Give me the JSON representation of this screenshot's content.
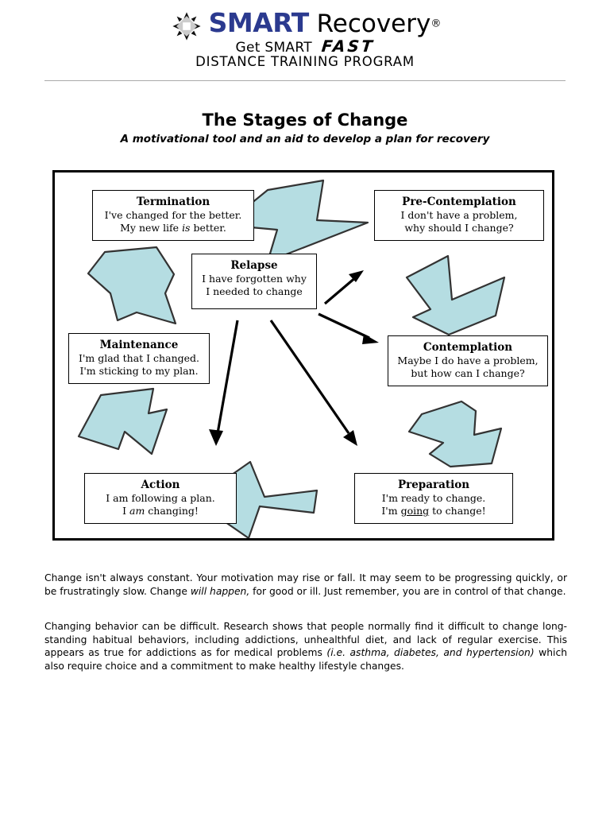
{
  "header": {
    "logo_icon": "starburst-compass-icon",
    "brand_primary": "SMART",
    "brand_secondary": "Recovery",
    "registered_mark": "®",
    "tagline_prefix": "Get SMART",
    "tagline_fast": "FAST",
    "program_line": "DISTANCE TRAINING PROGRAM"
  },
  "title": {
    "main": "The Stages of Change",
    "subtitle": "A motivational tool and an aid to develop a plan for recovery"
  },
  "diagram": {
    "frame_color": "#000000",
    "arrow_fill": "#b5dde2",
    "arrow_stroke": "#333333",
    "stages": [
      {
        "id": "termination",
        "title": "Termination",
        "line1": "I've changed for the better.",
        "line2_pre": "My new life ",
        "line2_em": "is",
        "line2_post": " better."
      },
      {
        "id": "pre-contemplation",
        "title": "Pre-Contemplation",
        "line1": "I don't have a problem,",
        "line2": "why should I change?"
      },
      {
        "id": "relapse",
        "title": "Relapse",
        "line1": "I have forgotten why",
        "line2": "I needed to change"
      },
      {
        "id": "maintenance",
        "title": "Maintenance",
        "line1": "I'm glad that I changed.",
        "line2": "I'm sticking to my plan."
      },
      {
        "id": "contemplation",
        "title": "Contemplation",
        "line1": "Maybe I do have a problem,",
        "line2": "but how can I change?"
      },
      {
        "id": "action",
        "title": "Action",
        "line1": "I am following a plan.",
        "line2_pre": "I ",
        "line2_em": "am",
        "line2_post": " changing!"
      },
      {
        "id": "preparation",
        "title": "Preparation",
        "line1": "I'm ready to change.",
        "line2_pre": "I'm ",
        "line2_ul": "going",
        "line2_post": " to change!"
      }
    ]
  },
  "body": {
    "paragraph_1_a": "Change isn't always constant. Your motivation may rise or fall. It may seem to be progressing quickly, or be frustratingly slow.  Change ",
    "paragraph_1_em": "will happen,",
    "paragraph_1_b": " for good or ill. Just remember, you are in control of that change.",
    "paragraph_2_a": "Changing behavior can be difficult. Research shows that people normally find it difficult to change long-standing habitual behaviors, including addictions, unhealthful diet, and lack of regular exercise. This appears as true for addictions as for medical problems ",
    "paragraph_2_em": "(i.e. asthma, diabetes, and hypertension)",
    "paragraph_2_b": " which also require choice and a commitment to make healthy lifestyle changes."
  }
}
